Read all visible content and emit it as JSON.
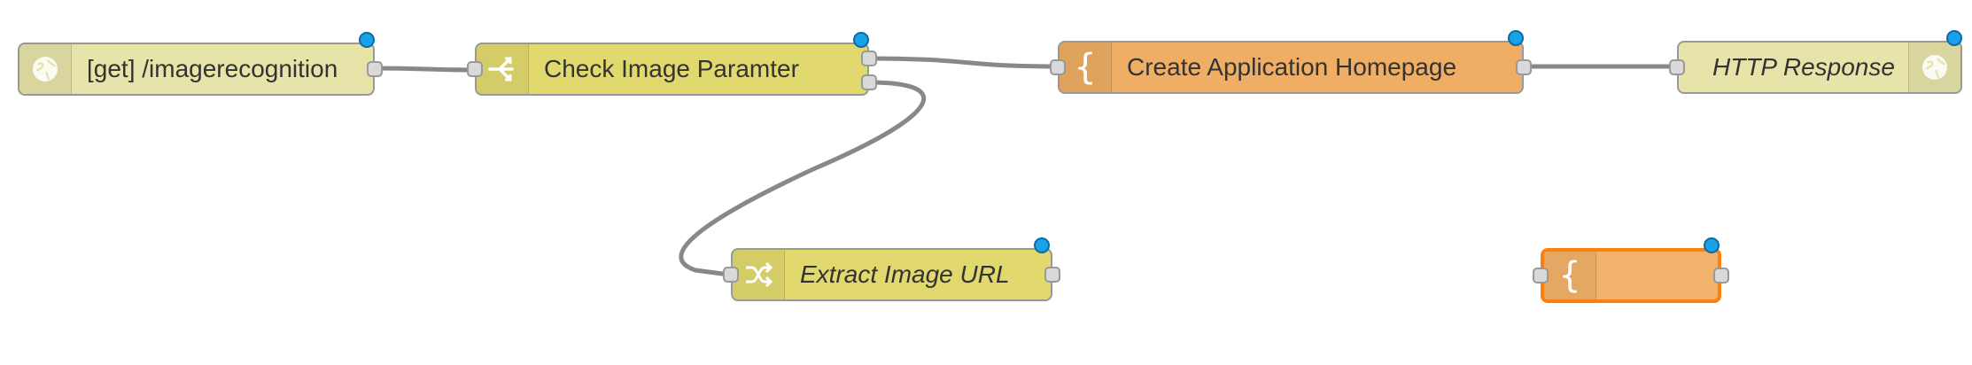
{
  "colors": {
    "http_node": "#e6e4a8",
    "switch_node": "#e2d96e",
    "template_node": "#efae64",
    "template_node_selected": "#f3b26b",
    "wire": "#888888",
    "changed_dot": "#1aa1e8",
    "selection": "#ff7f0e"
  },
  "nodes": {
    "http_in": {
      "label": "[get] /imagerecognition",
      "icon": "globe-icon"
    },
    "switch": {
      "label": "Check Image Paramter",
      "icon": "switch-branch-icon"
    },
    "template_home": {
      "label": "Create Application Homepage",
      "icon": "curly-brace-icon"
    },
    "http_response": {
      "label": "HTTP Response",
      "icon": "globe-icon"
    },
    "change": {
      "label": "Extract Image URL",
      "icon": "shuffle-icon"
    },
    "template_selected": {
      "label": "",
      "icon": "curly-brace-icon"
    }
  }
}
